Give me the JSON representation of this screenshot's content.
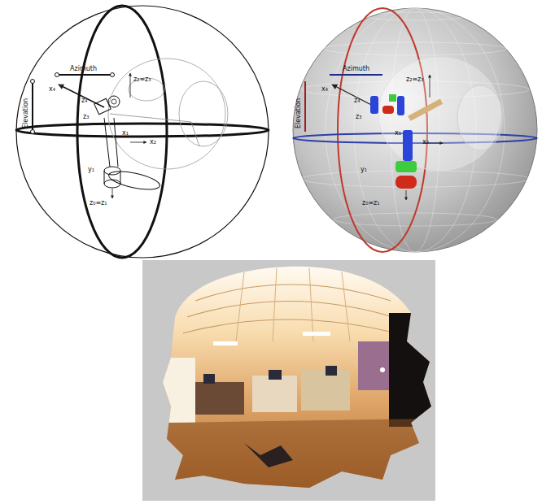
{
  "diagram": {
    "labels": [
      "Azimuth",
      "Elevation",
      "x₄",
      "z₄",
      "z₃",
      "z₂≡z₃",
      "x₂",
      "x₁",
      "y₁",
      "z₀≡z₁",
      "Azimuth",
      "Elevation",
      "x₄",
      "z₄",
      "z₃",
      "z₂≡z₃",
      "x₂",
      "x₁",
      "y₁",
      "z₀≡z₁"
    ]
  }
}
